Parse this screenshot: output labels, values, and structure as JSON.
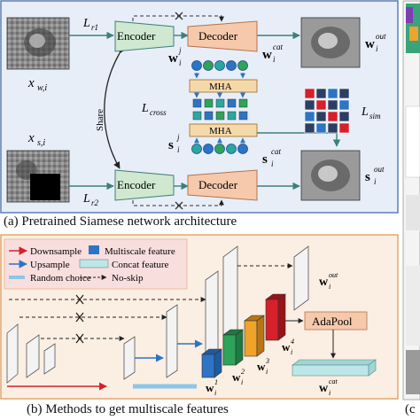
{
  "panel_a": {
    "caption": "(a) Pretrained Siamese network architecture",
    "encoder_label": "Encoder",
    "decoder_label": "Decoder",
    "mha_label": "MHA",
    "share_label": "Share",
    "input_top": "x",
    "input_top_sub": "w,i",
    "input_bottom": "x",
    "input_bottom_sub": "s,i",
    "loss_r1": "L",
    "loss_r1_sub": "r1",
    "loss_r2": "L",
    "loss_r2_sub": "r2",
    "loss_cross": "L",
    "loss_cross_sub": "cross",
    "loss_sim": "L",
    "loss_sim_sub": "sim",
    "w_out": "w",
    "w_out_sup": "out",
    "w_out_sub": "i",
    "w_cat": "w",
    "w_cat_sup": "cat",
    "w_cat_sub": "i",
    "w_j": "w",
    "w_j_sup": "j",
    "w_j_sub": "i",
    "s_out": "s",
    "s_out_sup": "out",
    "s_out_sub": "i",
    "s_cat": "s",
    "s_cat_sup": "cat",
    "s_cat_sub": "i",
    "s_j": "s",
    "s_j_sup": "j",
    "s_j_sub": "i",
    "colors": {
      "panel_bg": "#e7eef8",
      "panel_border": "#5b7fb5",
      "encoder": "#cfe8cf",
      "decoder": "#f6c9ad",
      "mha": "#f6d9a8",
      "arrow": "#3f7f7a",
      "node_blue": "#2d74c4",
      "node_green": "#2fa35a",
      "node_teal": "#2aa7a0",
      "sim_red": "#d6202a",
      "sim_navy": "#2c3e63",
      "sim_blue": "#2d74c4"
    }
  },
  "panel_b": {
    "caption": "(b) Methods to get multiscale features",
    "legend_downsample": "Downsample",
    "legend_upsample": "Upsample",
    "legend_random": "Random choice",
    "legend_multiscale": "Multiscale feature",
    "legend_concat": "Concat feature",
    "legend_noskip": "No-skip",
    "adapool_label": "AdaPool",
    "w_out": "w",
    "w_out_sup": "out",
    "w_out_sub": "i",
    "w_cat": "w",
    "w_cat_sup": "cat",
    "w_cat_sub": "i",
    "w1": "w",
    "w1_sup": "1",
    "w1_sub": "i",
    "w2": "w",
    "w2_sup": "2",
    "w2_sub": "i",
    "w3": "w",
    "w3_sup": "3",
    "w3_sub": "i",
    "w4": "w",
    "w4_sup": "4",
    "w4_sub": "i",
    "colors": {
      "panel_bg": "#fbeee2",
      "panel_border": "#e3a66f",
      "legend_bg": "#f9dede",
      "downsample": "#d6202a",
      "upsample": "#2d74c4",
      "random": "#8cc6e8",
      "concat": "#bfe6e6",
      "adapool": "#f6c9ad",
      "feat_blue": "#2d74c4",
      "feat_green": "#2fa35a",
      "feat_orange": "#f0a32a",
      "feat_red": "#d6202a"
    }
  },
  "panel_c": {
    "caption_fragment": "(c"
  }
}
